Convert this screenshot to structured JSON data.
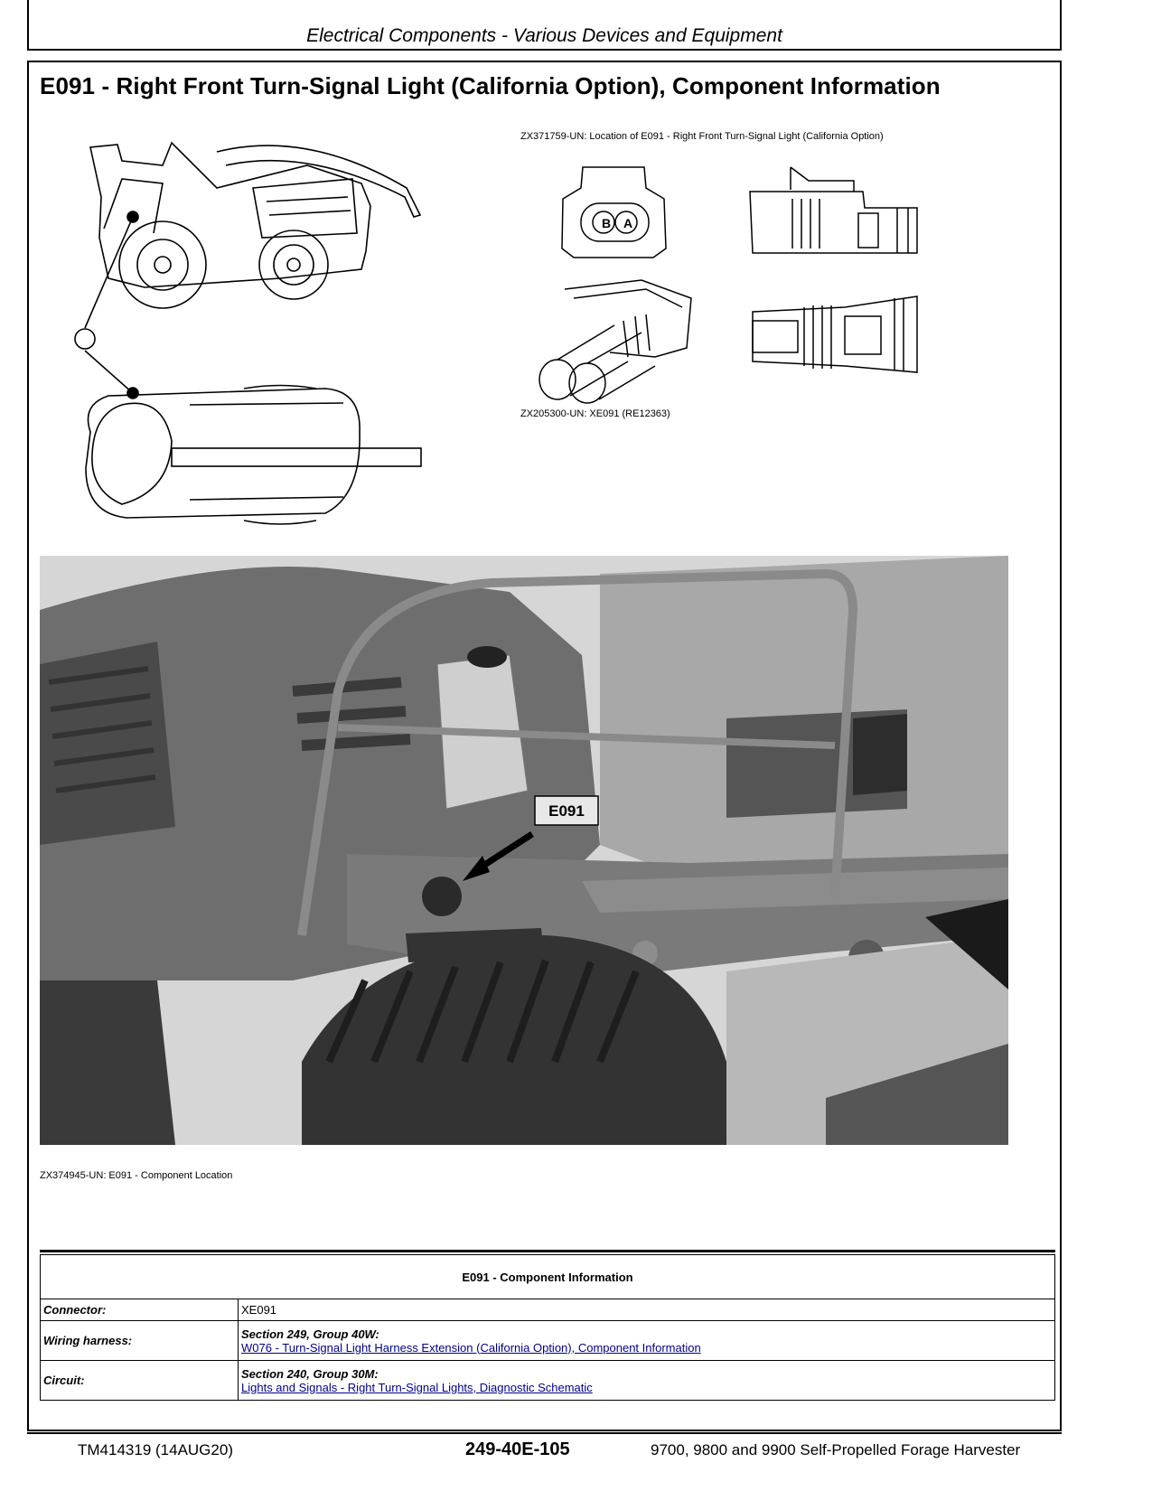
{
  "header": {
    "section_title": "Electrical Components - Various Devices and Equipment"
  },
  "title": "E091 - Right Front Turn-Signal Light (California Option), Component Information",
  "figures": {
    "location_caption": "ZX371759-UN: Location of E091 - Right Front Turn-Signal Light (California Option)",
    "connector_caption": "ZX205300-UN: XE091 (RE12363)",
    "connector_pins": [
      "B",
      "A"
    ],
    "photo_caption": "ZX374945-UN: E091 - Component Location",
    "photo_callout": "E091"
  },
  "table": {
    "heading": "E091 - Component Information",
    "rows": [
      {
        "label": "Connector:",
        "value": "XE091"
      },
      {
        "label": "Wiring harness:",
        "section": "Section 249, Group 40W:",
        "link": "W076 - Turn-Signal Light Harness Extension (California Option), Component Information"
      },
      {
        "label": "Circuit:",
        "section": "Section 240, Group 30M:",
        "link": "Lights and Signals - Right Turn-Signal Lights, Diagnostic Schematic"
      }
    ]
  },
  "footer": {
    "doc_id": "TM414319 (14AUG20)",
    "page": "249-40E-105",
    "product": "9700, 9800 and 9900 Self-Propelled Forage Harvester"
  }
}
